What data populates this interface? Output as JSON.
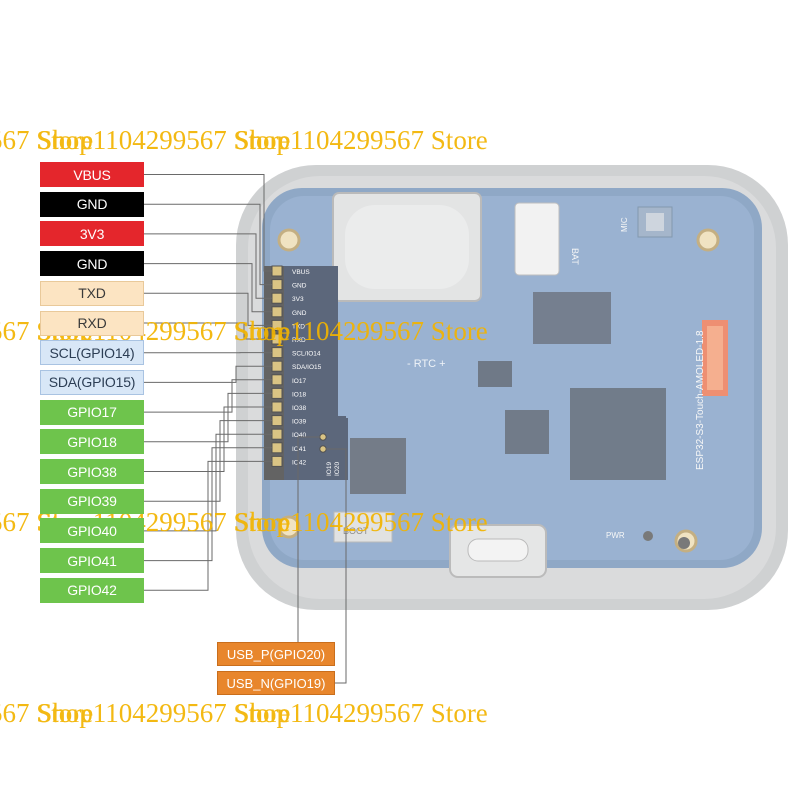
{
  "pin_labels": [
    {
      "text": "VBUS",
      "color": "#e4262c"
    },
    {
      "text": "GND",
      "color": "#000000"
    },
    {
      "text": "3V3",
      "color": "#e4262c"
    },
    {
      "text": "GND",
      "color": "#000000"
    },
    {
      "text": "TXD",
      "color": "#fce4c2"
    },
    {
      "text": "RXD",
      "color": "#fce4c2"
    },
    {
      "text": "SCL(GPIO14)",
      "color": "#d8e7f7"
    },
    {
      "text": "SDA(GPIO15)",
      "color": "#d8e7f7"
    },
    {
      "text": "GPIO17",
      "color": "#6ec44c"
    },
    {
      "text": "GPIO18",
      "color": "#6ec44c"
    },
    {
      "text": "GPIO38",
      "color": "#6ec44c"
    },
    {
      "text": "GPIO39",
      "color": "#6ec44c"
    },
    {
      "text": "GPIO40",
      "color": "#6ec44c"
    },
    {
      "text": "GPIO41",
      "color": "#6ec44c"
    },
    {
      "text": "GPIO42",
      "color": "#6ec44c"
    }
  ],
  "usb_labels": [
    {
      "text": "USB_P(GPIO20)",
      "color": "#e8862c"
    },
    {
      "text": "USB_N(GPIO19)",
      "color": "#e8862c"
    }
  ],
  "header_silkscreen": [
    "VBUS",
    "GND",
    "3V3",
    "GND",
    "TXD",
    "RXD",
    "SCL/IO14",
    "SDA/IO15",
    "IO17",
    "IO18",
    "IO38",
    "IO39",
    "IO40",
    "IO41",
    "IO42"
  ],
  "usb_silkscreen": [
    "IO19",
    "IO20"
  ],
  "board_text": {
    "rtc": "- RTC +",
    "bat": "BAT",
    "mic": "MIC",
    "model": "ESP32-S3-Touch-AMOLED-1.8",
    "boot": "BOOT",
    "pwr": "PWR"
  },
  "watermark": {
    "text": "Shop1104299567 Store",
    "color": "#f2b400"
  }
}
